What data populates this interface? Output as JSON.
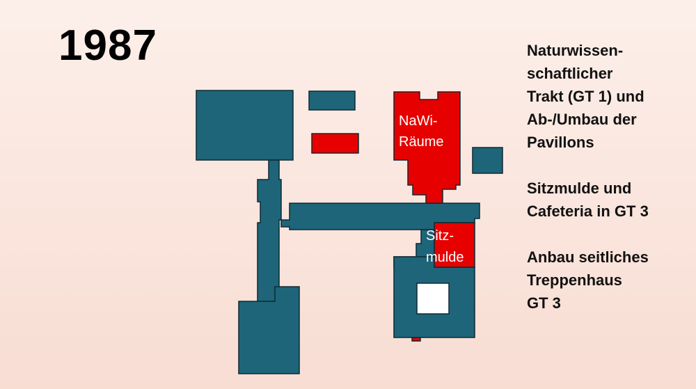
{
  "year": "1987",
  "plan_labels": {
    "nawi_line1": "NaWi-",
    "nawi_line2": "Räume",
    "sitz_line1": "Sitz-",
    "sitz_line2": "mulde"
  },
  "legend": [
    "Naturwissen-\nschaftlicher\nTrakt (GT 1) und\nAb-/Umbau der\nPavillons",
    "Sitzmulde und\nCafeteria in GT 3",
    "Anbau seitliches\nTreppenhaus\nGT 3"
  ],
  "colors": {
    "existing_building": "#1e6579",
    "new_construction": "#e60000",
    "courtyard": "#ffffff"
  }
}
